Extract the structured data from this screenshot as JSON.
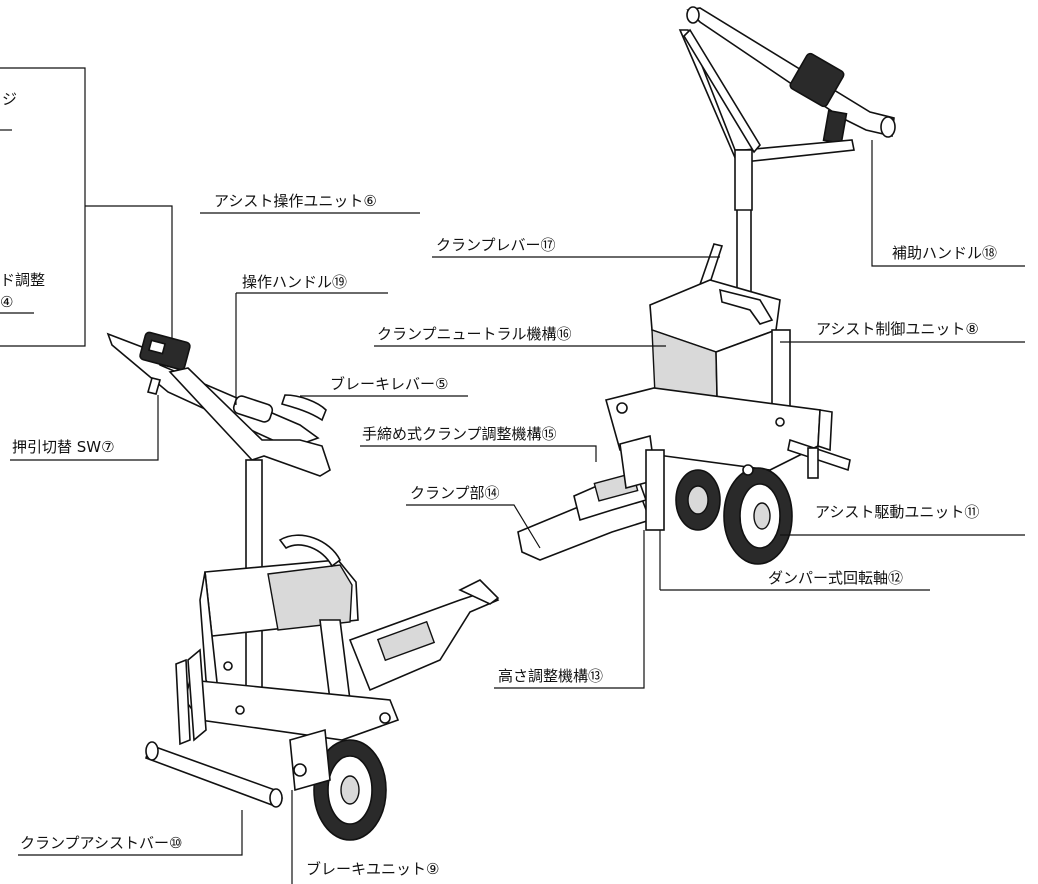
{
  "labels": {
    "assist_unit": "アシスト操作ユニット⑥",
    "op_handle": "操作ハンドル⑲",
    "brake_lever": "ブレーキレバー⑤",
    "push_pull_sw": "押引切替 SW⑦",
    "clamp_assist_bar": "クランプアシストバー⑩",
    "brake_unit": "ブレーキユニット⑨",
    "clamp_lever": "クランプレバー⑰",
    "clamp_neutral": "クランプニュートラル機構⑯",
    "manual_clamp_adj": "手締め式クランプ調整機構⑮",
    "clamp_part": "クランプ部⑭",
    "height_adj": "高さ調整機構⑬",
    "damper_axis": "ダンパー式回転軸⑫",
    "assist_drive": "アシスト駆動ユニット⑪",
    "assist_control": "アシスト制御ユニット⑧",
    "aux_handle": "補助ハンドル⑱",
    "box_text_1": "ジ",
    "box_text_2": "ド調整",
    "box_text_3": "④"
  }
}
